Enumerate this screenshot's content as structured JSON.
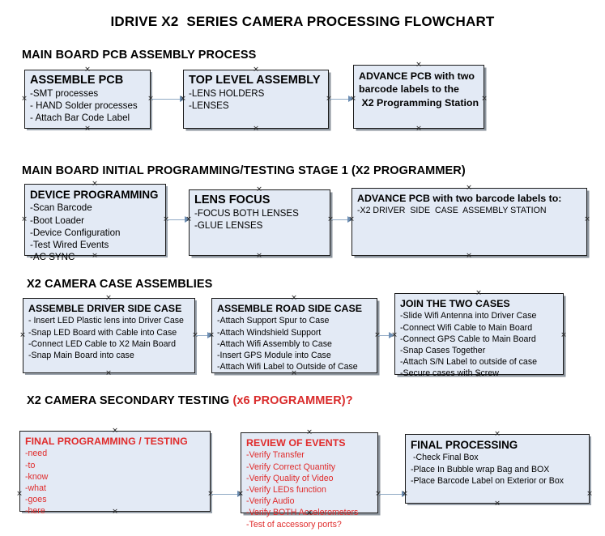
{
  "document": {
    "title": "IDRIVE X2  SERIES CAMERA PROCESSING FLOWCHART"
  },
  "sections": [
    {
      "id": "main-board-pcb-assembly",
      "title": "MAIN BOARD PCB ASSEMBLY PROCESS",
      "title_red": "",
      "boxes": [
        {
          "id": "assemble-pcb",
          "heading": "ASSEMBLE PCB",
          "lines": [
            "-SMT processes",
            "- HAND Solder processes",
            "- Attach Bar Code Label"
          ],
          "color": "black"
        },
        {
          "id": "top-level-assembly",
          "heading": "TOP LEVEL ASSEMBLY",
          "lines": [
            "-LENS HOLDERS",
            "-LENSES"
          ],
          "color": "black"
        },
        {
          "id": "advance-pcb-to-x2-programming-station",
          "heading": "ADVANCE PCB with two",
          "lines": [
            "barcode labels to the",
            " X2 Programming Station"
          ],
          "color": "black"
        }
      ]
    },
    {
      "id": "main-board-initial-programming",
      "title": "MAIN BOARD INITIAL PROGRAMMING/TESTING STAGE 1 (X2 PROGRAMMER)",
      "title_red": "",
      "boxes": [
        {
          "id": "device-programming",
          "heading": "DEVICE PROGRAMMING",
          "lines": [
            "-Scan Barcode",
            "-Boot Loader",
            "-Device Configuration",
            "-Test Wired Events",
            "-AC SYNC"
          ],
          "color": "black"
        },
        {
          "id": "lens-focus",
          "heading": "LENS FOCUS",
          "lines": [
            "-FOCUS BOTH LENSES",
            "-GLUE LENSES"
          ],
          "color": "black"
        },
        {
          "id": "advance-pcb-to-driver-side-case-station",
          "heading": "ADVANCE PCB with two barcode labels to:",
          "lines": [
            "-X2 DRIVER  SIDE  CASE  ASSEMBLY STATION"
          ],
          "color": "black"
        }
      ]
    },
    {
      "id": "x2-camera-case-assemblies",
      "title": "X2 CAMERA CASE ASSEMBLIES",
      "title_red": "",
      "boxes": [
        {
          "id": "assemble-driver-side-case",
          "heading": "ASSEMBLE DRIVER SIDE CASE",
          "lines": [
            "- Insert LED Plastic lens into Driver Case",
            "-Snap LED Board with Cable into Case",
            "-Connect LED Cable to X2 Main Board",
            "-Snap Main Board into case"
          ],
          "color": "black"
        },
        {
          "id": "assemble-road-side-case",
          "heading": "ASSEMBLE ROAD SIDE CASE",
          "lines": [
            "-Attach Support Spur to Case",
            "-Attach Windshield Support",
            "-Attach Wifi Assembly to Case",
            "-Insert GPS Module into Case",
            "-Attach Wifi Label to Outside of Case"
          ],
          "color": "black"
        },
        {
          "id": "join-the-two-cases",
          "heading": "JOIN THE TWO CASES",
          "lines": [
            "-Slide Wifi Antenna into Driver Case",
            "-Connect Wifi Cable to Main Board",
            "-Connect GPS Cable to Main Board",
            "-Snap Cases Together",
            "-Attach S/N Label to outside of case",
            "-Secure cases with Screw"
          ],
          "color": "black"
        }
      ]
    },
    {
      "id": "x2-camera-secondary-testing",
      "title": "X2 CAMERA SECONDARY TESTING ",
      "title_red": "(x6 PROGRAMMER)?",
      "boxes": [
        {
          "id": "final-programming-testing",
          "heading": "FINAL PROGRAMMING / TESTING",
          "lines": [
            "-need",
            "-to",
            "-know",
            "-what",
            "-goes",
            "-here"
          ],
          "color": "red"
        },
        {
          "id": "review-of-events",
          "heading": "REVIEW OF EVENTS",
          "lines": [
            "-Verify Transfer",
            "-Verify Correct Quantity",
            "-Verify Quality of Video",
            "-Verify LEDs function",
            "-Verify Audio",
            "-Verify BOTH Accelerometers",
            "-Test of accessory ports?"
          ],
          "color": "red"
        },
        {
          "id": "final-processing",
          "heading": "FINAL PROCESSING",
          "lines": [
            " -Check Final Box",
            "-Place In Bubble wrap Bag and BOX",
            "-Place Barcode Label on Exterior or Box"
          ],
          "color": "black"
        }
      ]
    }
  ],
  "colors": {
    "box_fill": "#e3eaf5",
    "box_border": "#1b1b1b",
    "box_shadow": "#8d959e",
    "connector": "#8fa9c4",
    "arrow": "#6e8fb4",
    "red_text": "#e02b2b",
    "black_text": "#000000",
    "background": "#ffffff"
  }
}
